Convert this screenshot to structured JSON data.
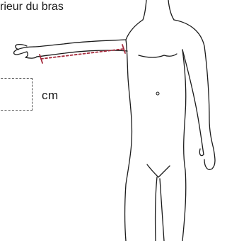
{
  "caption": "rieur du bras",
  "measurement": {
    "value": "",
    "unit": "cm",
    "line_color": "#a52a3c"
  },
  "figure": {
    "subject": "human body outline, front view",
    "stroke_color": "#1a1a1a"
  }
}
